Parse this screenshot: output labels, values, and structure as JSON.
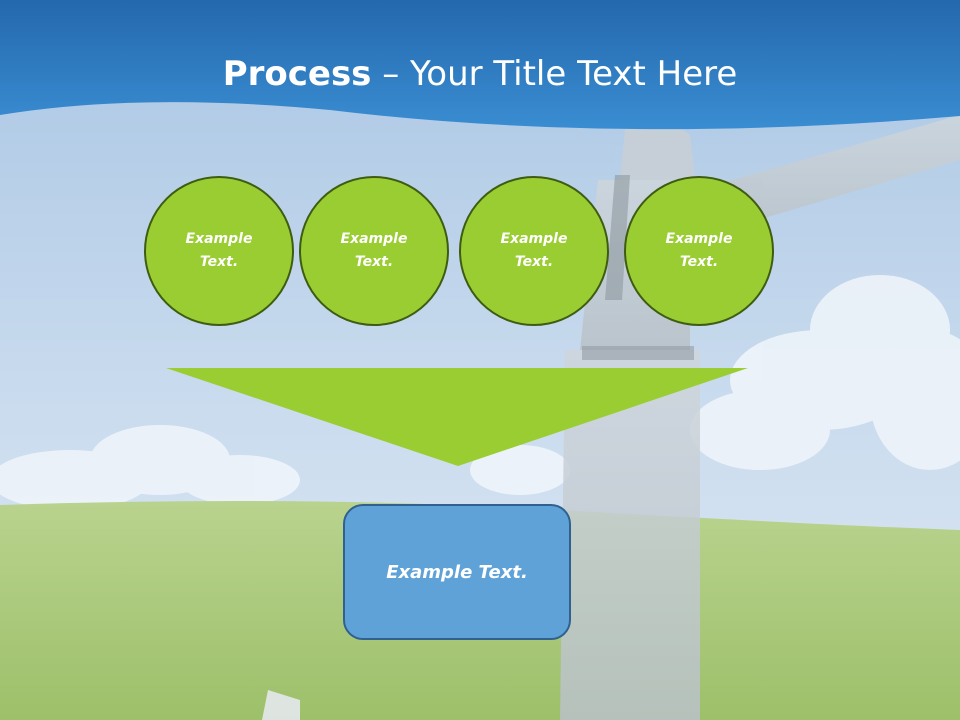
{
  "title": {
    "bold_part": "Process",
    "rest_part": " – Your Title Text Here"
  },
  "steps": [
    {
      "label": "Example Text."
    },
    {
      "label": "Example Text."
    },
    {
      "label": "Example Text."
    },
    {
      "label": "Example Text."
    }
  ],
  "result": {
    "label": "Example Text."
  },
  "colors": {
    "banner": "#2f7fc4",
    "step_fill": "#9acd32",
    "step_border": "#3e5c12",
    "funnel_fill": "#9acd32",
    "result_fill": "#5fa2d8",
    "result_border": "#30618f",
    "title_text": "#ffffff"
  }
}
